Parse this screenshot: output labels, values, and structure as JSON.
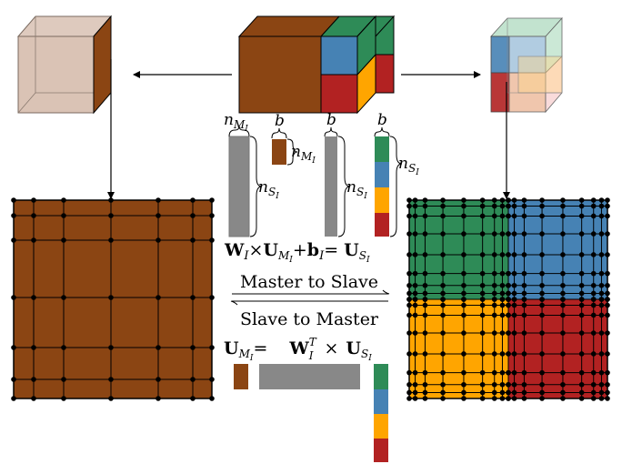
{
  "colors": {
    "master": "#8B4513",
    "master_ghost": "#d3b8a8",
    "matrix_gray": "#888888",
    "slave_green": "#2e8b57",
    "slave_blue": "#4682b4",
    "slave_orange": "#ffa500",
    "slave_red": "#b22222",
    "node": "#000000",
    "arrow": "#000000"
  },
  "labels": {
    "n_m": "n",
    "m_sub": "M",
    "i_sub": "I",
    "n_s": "n",
    "s_sub": "S",
    "b": "b"
  },
  "equation_top": {
    "W": "W",
    "sub_I": "I",
    "times": "×",
    "U": "U",
    "sub_M": "M",
    "sub_MI": "I",
    "plus": "+",
    "b": "b",
    "sub_bI": "I",
    "equals": "=",
    "U2": "U",
    "sub_S": "S",
    "sub_SI": "I"
  },
  "master_to_slave": "Master to Slave",
  "slave_to_master": "Slave to Master",
  "equation_bottom": {
    "U": "U",
    "sub_M": "M",
    "sub_MI": "I",
    "equals": "=",
    "W": "W",
    "sup_T": "T",
    "sub_I": "I",
    "times": "×",
    "U2": "U",
    "sub_S": "S",
    "sub_SI": "I"
  },
  "icons": [
    "arrow-left-icon",
    "arrow-right-icon",
    "arrow-down-icon",
    "double-arrow-icon"
  ]
}
